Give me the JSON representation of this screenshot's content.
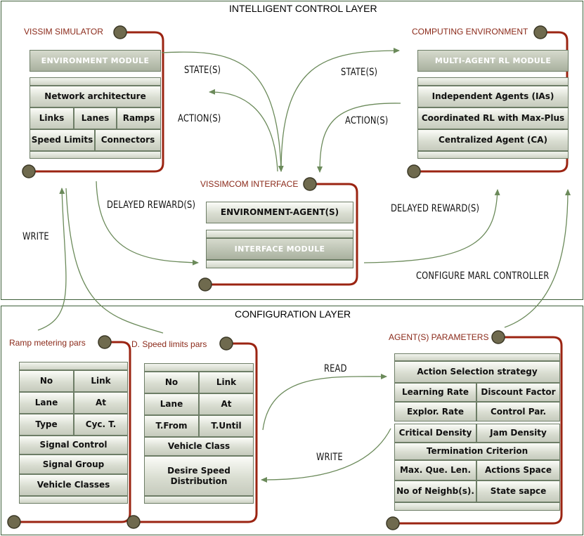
{
  "intelligent_layer": {
    "title": "INTELLIGENT CONTROL LAYER",
    "vissim_simulator": {
      "tag": "VISSIM SIMULATOR",
      "header": "ENVIRONMENT MODULE",
      "network_architecture": "Network architecture",
      "links": "Links",
      "lanes": "Lanes",
      "ramps": "Ramps",
      "speed_limits": "Speed Limits",
      "connectors": "Connectors"
    },
    "computing_environment": {
      "tag": "COMPUTING ENVIRONMENT",
      "header": "MULTI-AGENT RL MODULE",
      "independent_agents": "Independent Agents (IAs)",
      "coordinated_rl": "Coordinated RL with Max-Plus",
      "centralized_agent": "Centralized Agent (CA)"
    },
    "vissimcom_interface": {
      "tag": "VISSIMCOM INTERFACE",
      "environment_agents": "ENVIRONMENT-AGENT(S)",
      "interface_module": "INTERFACE MODULE"
    },
    "flows": {
      "state_left": "STATE(S)",
      "action_left": "ACTION(S)",
      "state_right": "STATE(S)",
      "action_right": "ACTION(S)",
      "delayed_reward_left": "DELAYED REWARD(S)",
      "delayed_reward_right": "DELAYED REWARD(S)",
      "write_left": "WRITE",
      "configure_marl": "CONFIGURE MARL CONTROLLER"
    }
  },
  "configuration_layer": {
    "title": "CONFIGURATION LAYER",
    "ramp_metering": {
      "tag": "Ramp metering pars",
      "no": "No",
      "link": "Link",
      "lane": "Lane",
      "at": "At",
      "type": "Type",
      "cyc_t": "Cyc. T.",
      "signal_control": "Signal Control",
      "signal_group": "Signal Group",
      "vehicle_classes": "Vehicle Classes"
    },
    "speed_limits": {
      "tag": "D. Speed limits pars",
      "no": "No",
      "link": "Link",
      "lane": "Lane",
      "at": "At",
      "t_from": "T.From",
      "t_until": "T.Until",
      "vehicle_class": "Vehicle Class",
      "desire_speed_distribution": "Desire Speed Distribution"
    },
    "agent_parameters": {
      "tag": "AGENT(S) PARAMETERS",
      "action_selection": "Action Selection strategy",
      "learning_rate": "Learning Rate",
      "discount_factor": "Discount Factor",
      "explor_rate": "Explor. Rate",
      "control_par": "Control Par.",
      "critical_density": "Critical Density",
      "jam_density": "Jam Density",
      "termination_criterion": "Termination Criterion",
      "max_que_len": "Max. Que. Len.",
      "actions_space": "Actions Space",
      "no_of_neighbs": "No of Neighb(s).",
      "state_sapce": "State sapce"
    },
    "flows": {
      "read": "READ",
      "write": "WRITE"
    }
  },
  "colors": {
    "layer_border": "#3f5f3a",
    "bracket": "#9b2412",
    "knob": "#6f6a4e",
    "tag_text": "#8b2a1a"
  }
}
